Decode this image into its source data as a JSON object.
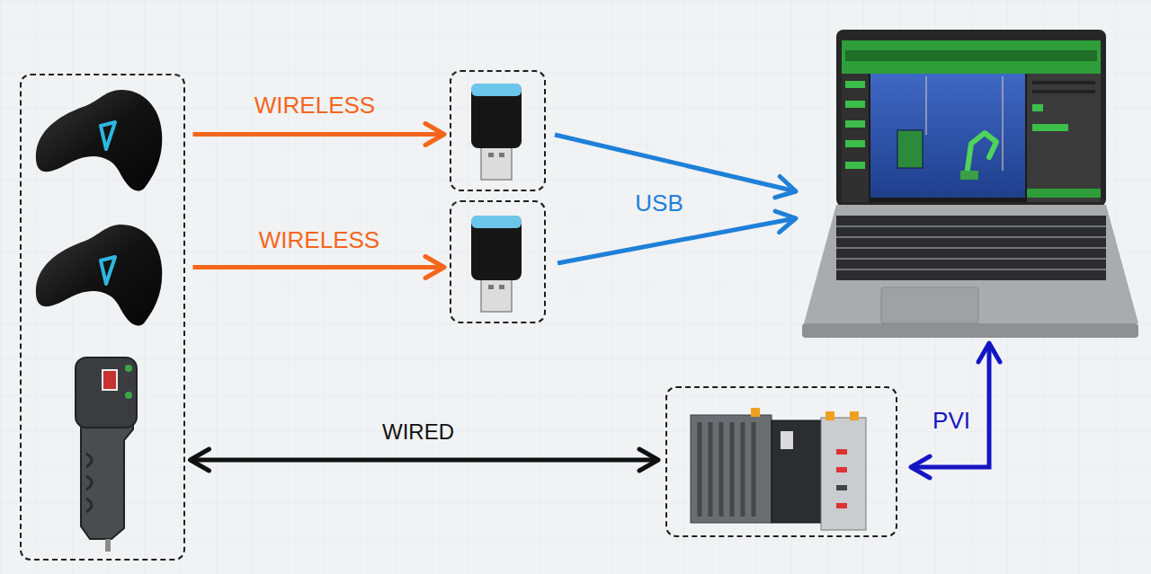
{
  "diagram": {
    "nodes": [
      {
        "text": []
      },
      {
        "text": [],
        "in": 0
      },
      {
        "text": [],
        "in": 0
      },
      {
        "text": [],
        "in": 0
      },
      {
        "text": []
      },
      {
        "text": []
      },
      {
        "text": []
      },
      {
        "text": []
      }
    ],
    "edges": [
      {
        "from": 1,
        "to": 4,
        "arrow": "to",
        "label": "WIRELESS"
      },
      {
        "from": 2,
        "to": 5,
        "arrow": "to",
        "label": "WIRELESS"
      },
      {
        "from": 4,
        "to": 6,
        "arrow": "to",
        "label": "USB"
      },
      {
        "from": 5,
        "to": 6,
        "arrow": "to"
      },
      {
        "from": 3,
        "to": 7,
        "arrow": "both",
        "label": "WIRED"
      },
      {
        "from": 7,
        "to": 6,
        "arrow": "both",
        "label": "PVI"
      }
    ]
  }
}
